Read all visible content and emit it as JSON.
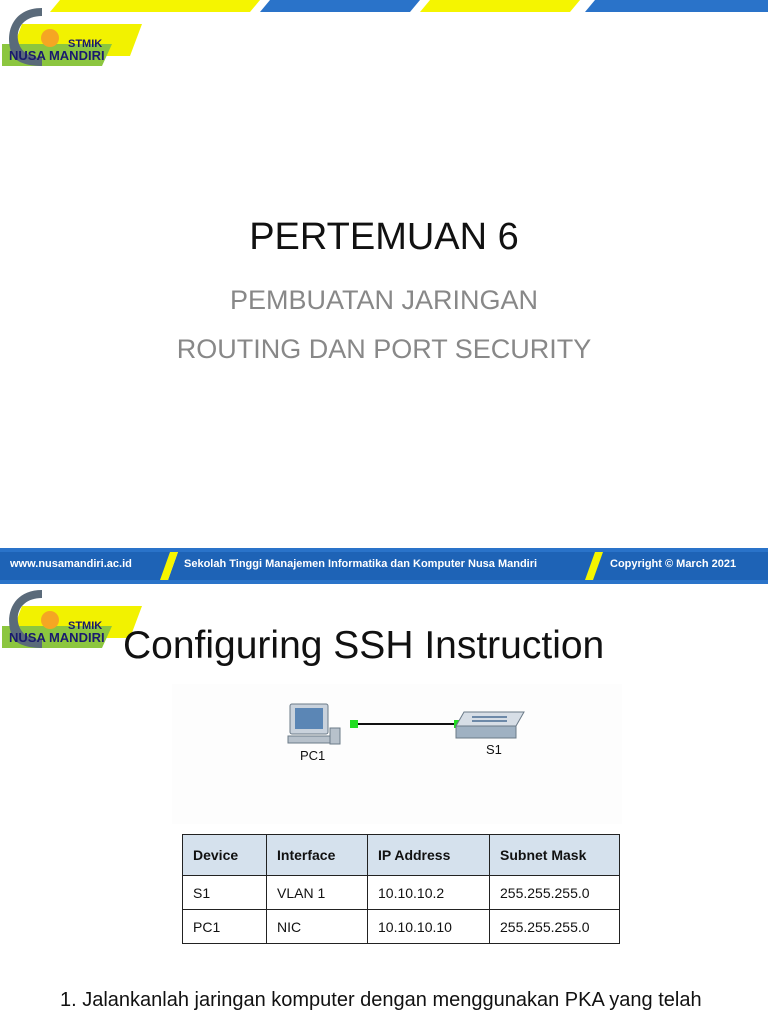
{
  "slide1": {
    "logo": {
      "stmik": "STMIK",
      "nusa": "NUSA MANDIRI"
    },
    "title": "PERTEMUAN 6",
    "subtitle_line1": "PEMBUATAN JARINGAN",
    "subtitle_line2": "ROUTING DAN PORT SECURITY"
  },
  "footer": {
    "website": "www.nusamandiri.ac.id",
    "institution": "Sekolah Tinggi Manajemen Informatika dan Komputer Nusa Mandiri",
    "copyright": "Copyright © March 2021"
  },
  "slide2": {
    "logo": {
      "stmik": "STMIK",
      "nusa": "NUSA MANDIRI"
    },
    "title": "Configuring SSH Instruction",
    "topology": {
      "pc_label": "PC1",
      "switch_label": "S1",
      "link_color": "#22dd22"
    },
    "table": {
      "headers": [
        "Device",
        "Interface",
        "IP Address",
        "Subnet Mask"
      ],
      "rows": [
        [
          "S1",
          "VLAN 1",
          "10.10.10.2",
          "255.255.255.0"
        ],
        [
          "PC1",
          "NIC",
          "10.10.10.10",
          "255.255.255.0"
        ]
      ]
    },
    "instruction": "1. Jalankanlah jaringan komputer dengan menggunakan PKA yang telah"
  },
  "colors": {
    "brand_blue": "#1e63b6",
    "brand_yellow": "#f5f500",
    "brand_green": "#8cc63f",
    "header_fill": "#d5e1ed"
  }
}
